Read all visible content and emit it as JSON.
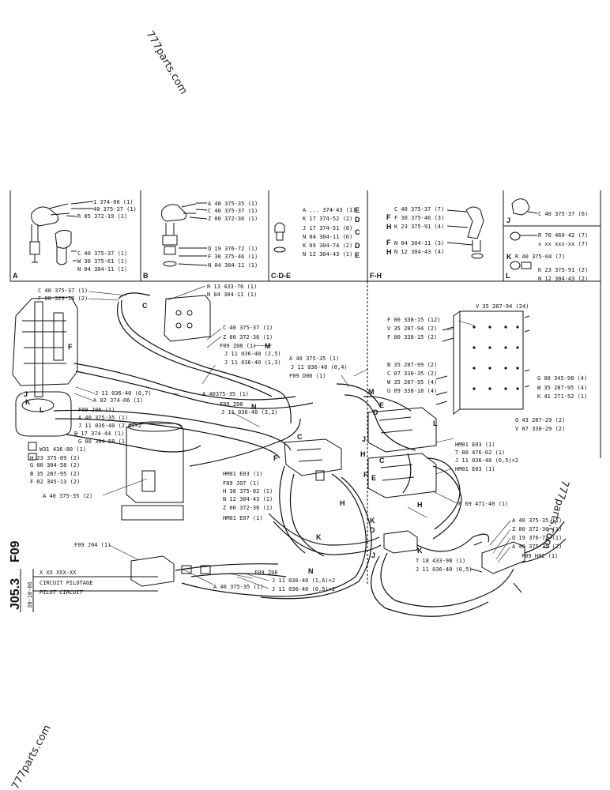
{
  "watermarks": {
    "top": "777parts.com",
    "bottom": "777parts.com",
    "right": "777parts.com"
  },
  "sections": {
    "a": "A",
    "b": "B",
    "cde": "C-D-E",
    "fh": "F-H",
    "l": "L"
  },
  "panel_a": [
    "1 374-06 (1)",
    "40 375-37 (1)",
    "R 05 372-19 (1)",
    "C 40 375-37 (1)",
    "W 30 375-61 (1)",
    "N 04 304-11 (1)"
  ],
  "panel_b": [
    "A 40 375-35 (1)",
    "C 40 375-37 (1)",
    "Z 00 372-36 (1)",
    "Q 19 376-72 (1)",
    "F 30 375-46 (1)",
    "N 04 304-11 (1)"
  ],
  "panel_cde": [
    "A ... 374-43 (1)",
    "K 17 374-52 (2)",
    "J 17 374-51 (8)",
    "N 04 304-11 (6)",
    "K 09 304-74 (2)",
    "N 12 304-43 (1)"
  ],
  "panel_cde_codes": [
    "E",
    "D",
    "C",
    "D",
    "E"
  ],
  "panel_fh": [
    "C 40 375-37 (7)",
    "F 30 375-46 (3)",
    "K 23 375-91 (4)",
    "N 04 304-11 (3)",
    "N 12 304-43 (4)"
  ],
  "panel_fh_codes": [
    "F",
    "H",
    "F",
    "H"
  ],
  "panel_j": {
    "code": "J",
    "label": "C 40 375-37 (6)"
  },
  "panel_k": [
    "R 70 460-42 (7)",
    "x xx xxx-xx (7)",
    "R 40 375-04 (7)",
    "K 23 375-91 (2)",
    "N 12 304-43 (2)"
  ],
  "panel_k_code": "K",
  "main_left": [
    "C 40 375-37 (1)",
    "F 00 329-18 (2)",
    "J 11 036-40 (0,7)",
    "A 02 374-06 (1)",
    "F09 J06 (1)",
    "A 40 375-35 (1)",
    "J 11 036-40 (2,5)×2",
    "B 17 374-44 (1)",
    "G 00 304-58 (1)",
    "W31 436-80 (1)",
    "H 23 375-89 (2)",
    "G 00 304-58 (2)",
    "B 35 287-95 (2)",
    "F 02 345-13 (2)",
    "A 40 375-35 (2)"
  ],
  "main_top": [
    "R 13 433-76 (1)",
    "N 04 304-11 (1)",
    "C 40 375-37 (1)",
    "Z 00 372-36 (1)",
    "F09 Z08 (1)",
    "J 11 036-40 (2,5)",
    "J 11 036-40 (1,3)",
    "A 40375-35 (1)",
    "F09 Z08",
    "J 11 036-40 (3,2)"
  ],
  "main_center": [
    "A 40 375-35 (1)",
    "J 11 036-40 (0,4)",
    "F09 D06 (1)",
    "HM01 E03 (1)",
    "F09 J07 (1)",
    "H 30 375-02 (1)",
    "N 12 304-43 (1)",
    "Z 00 372-36 (1)",
    "HM01 E07 (1)"
  ],
  "main_right_valves": [
    "HM01 E03 (1)",
    "T 80 476-02 (1)",
    "J 11 036-40 (0,5)×2",
    "HM01 E03 (1)",
    "P 69 471-40 (1)",
    "T 18 433-98 (1)",
    "J 11 036-40 (0,5)"
  ],
  "plate": [
    "V 35 287-94 (24)",
    "F 00 338-15 (12)",
    "V 35 287-94 (2)",
    "F 00 338-15 (2)",
    "B 35 287-99 (2)",
    "C 07 330-35 (2)",
    "W 35 287-95 (4)",
    "U 09 338-18 (4)",
    "G 00 345-98 (4)",
    "W 35 287-95 (4)",
    "K 41 271-52 (1)",
    "Q 43 287-29 (2)",
    "V 07 330-29 (2)"
  ],
  "lower_right": [
    "A 40 375-35 (1)",
    "Z 00 372-36 (1)",
    "Q 19 376-72 (1)",
    "A 40 375-35 (2)",
    "F09 H02 (1)"
  ],
  "bottom": [
    "F09 J04 (1)",
    "F09 Z08",
    "A 40 375-35 (1)",
    "J 11 036-40 (1,6)×2",
    "J 11 036-40 (0,5)×2"
  ],
  "title_block": {
    "code": "X XX XXX-XX",
    "date": "30-10-86",
    "title_fr": "CIRCUIT PILOTAGE",
    "title_en": "PILOT CIRCUIT"
  },
  "side_code": {
    "main": "F09",
    "num": "J05.3"
  },
  "letters": [
    "C",
    "F",
    "J",
    "K",
    "L",
    "M",
    "N",
    "H",
    "D",
    "E",
    "C",
    "F",
    "H",
    "J",
    "K",
    "L",
    "M",
    "K",
    "D",
    "J",
    "K",
    "C",
    "E",
    "F",
    "H",
    "N"
  ]
}
